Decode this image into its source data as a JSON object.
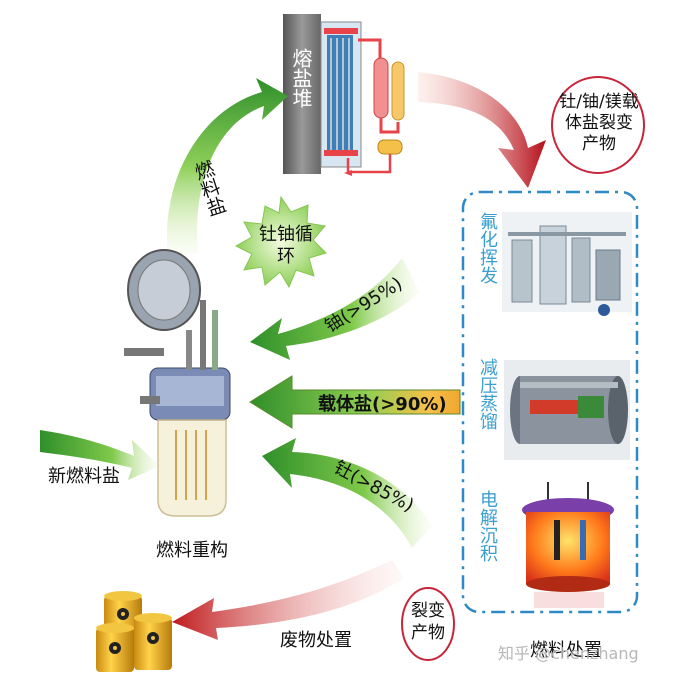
{
  "reactor_label": "熔盐堆",
  "fuel_salt_label": "燃料盐",
  "cycle_label": "钍铀循环",
  "products_bubble": "钍/铀/镁载体盐裂变产物",
  "processes": [
    {
      "id": "fluoride-volatility",
      "label": "氟化挥发"
    },
    {
      "id": "vacuum-distillation",
      "label": "减压蒸馏"
    },
    {
      "id": "electro-deposition",
      "label": "电解沉积"
    }
  ],
  "arrows": {
    "uranium": "铀(>95%)",
    "carrier_salt": "载体盐(>90%)",
    "thorium": "钍(>85%)"
  },
  "new_fuel_salt": "新燃料盐",
  "fuel_reconstruction": "燃料重构",
  "waste_disposal": "废物处置",
  "fission_products_bottom": "裂变产物",
  "fuel_processing": "燃料处置",
  "watermark": "知乎 @chenzhang",
  "colors": {
    "green_arrow": "#3e9a2f",
    "red_arrow": "#c0191c",
    "orange_arrow": "#f0b43c",
    "blue_dash": "#2f8ac4",
    "process_text": "#3a9fd0"
  }
}
